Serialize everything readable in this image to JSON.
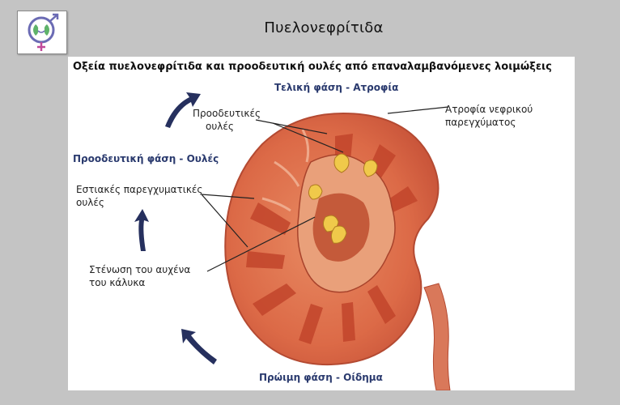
{
  "header": {
    "title": "Πυελονεφρίτιδα",
    "logo_icon": "kidney-gender-logo-icon"
  },
  "slide": {
    "subtitle": "Οξεία πυελονεφρίτιδα και προοδευτική ουλές από επαναλαμβανόμενες λοιμώξεις",
    "phases": {
      "final": "Τελική φάση - Ατροφία",
      "progressive": "Προοδευτική φάση - Ουλές",
      "early": "Πρώιμη φάση - Οίδημα"
    },
    "labels": {
      "progressive_scars_line1": "Προοδευτικές",
      "progressive_scars_line2": "ουλές",
      "atrophy_line1": "Ατροφία νεφρικού",
      "atrophy_line2": "παρεγχύματος",
      "focal_scars_line1": "Εστιακές παρεγχυματικές",
      "focal_scars_line2": "ουλές",
      "stenosis_line1": "Στένωση του αυχένα",
      "stenosis_line2": "του κάλυκα"
    },
    "colors": {
      "background": "#c4c4c4",
      "phase_text": "#2a3a6e",
      "arrow": "#26305e",
      "kidney_cortex": "#dc6a47",
      "kidney_medulla": "#c2452b",
      "pus": "#f0c94a"
    },
    "icons": [
      "arrow-up-right-icon",
      "arrow-up-icon",
      "arrow-up-left-icon"
    ]
  }
}
